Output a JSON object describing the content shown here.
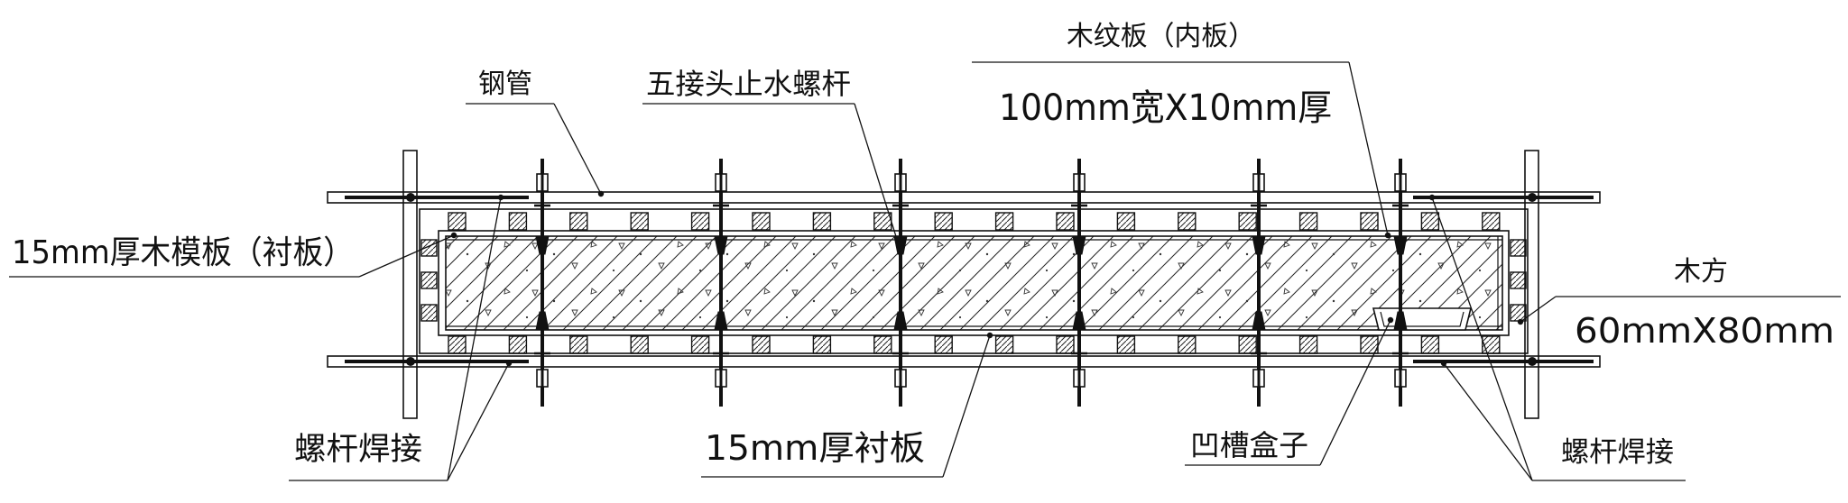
{
  "labels": {
    "steel_pipe": "钢管",
    "stop_water_bolt": "五接头止水螺杆",
    "wood_grain_board": "木纹板（内板）",
    "wood_grain_board_size": "100mm宽X10mm厚",
    "formwork_board": "15mm厚木模板（衬板）",
    "timber": "木方",
    "timber_size": "60mmX80mm",
    "bolt_weld_left": "螺杆焊接",
    "lining_board": "15mm厚衬板",
    "groove_box": "凹槽盒子",
    "bolt_weld_right": "螺杆焊接"
  },
  "colors": {
    "line": "#111111",
    "background": "#ffffff"
  }
}
